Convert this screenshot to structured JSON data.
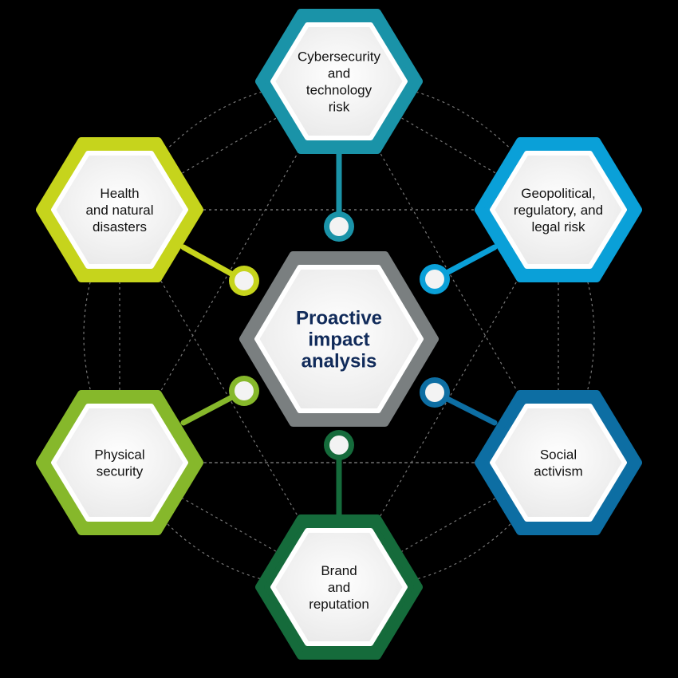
{
  "center": {
    "label_lines": [
      "Proactive",
      "impact",
      "analysis"
    ],
    "border_color": "#7a7f80",
    "text_color": "#112b5a"
  },
  "nodes": [
    {
      "id": "cybersecurity",
      "label_lines": [
        "Cybersecurity",
        "and",
        "technology",
        "risk"
      ],
      "color": "#1a93a8"
    },
    {
      "id": "geopolitical",
      "label_lines": [
        "Geopolitical,",
        "regulatory, and",
        "legal risk"
      ],
      "color": "#0aa0d8"
    },
    {
      "id": "social-activism",
      "label_lines": [
        "Social",
        "activism"
      ],
      "color": "#0d6ea3"
    },
    {
      "id": "brand-reputation",
      "label_lines": [
        "Brand",
        "and",
        "reputation"
      ],
      "color": "#156b3b"
    },
    {
      "id": "physical-security",
      "label_lines": [
        "Physical",
        "security"
      ],
      "color": "#86b82b"
    },
    {
      "id": "health-natural-disasters",
      "label_lines": [
        "Health",
        "and natural",
        "disasters"
      ],
      "color": "#c6d41c"
    }
  ],
  "colors": {
    "background": "#000000",
    "hex_fill": "#f4f4f4",
    "network_line": "#777777"
  }
}
